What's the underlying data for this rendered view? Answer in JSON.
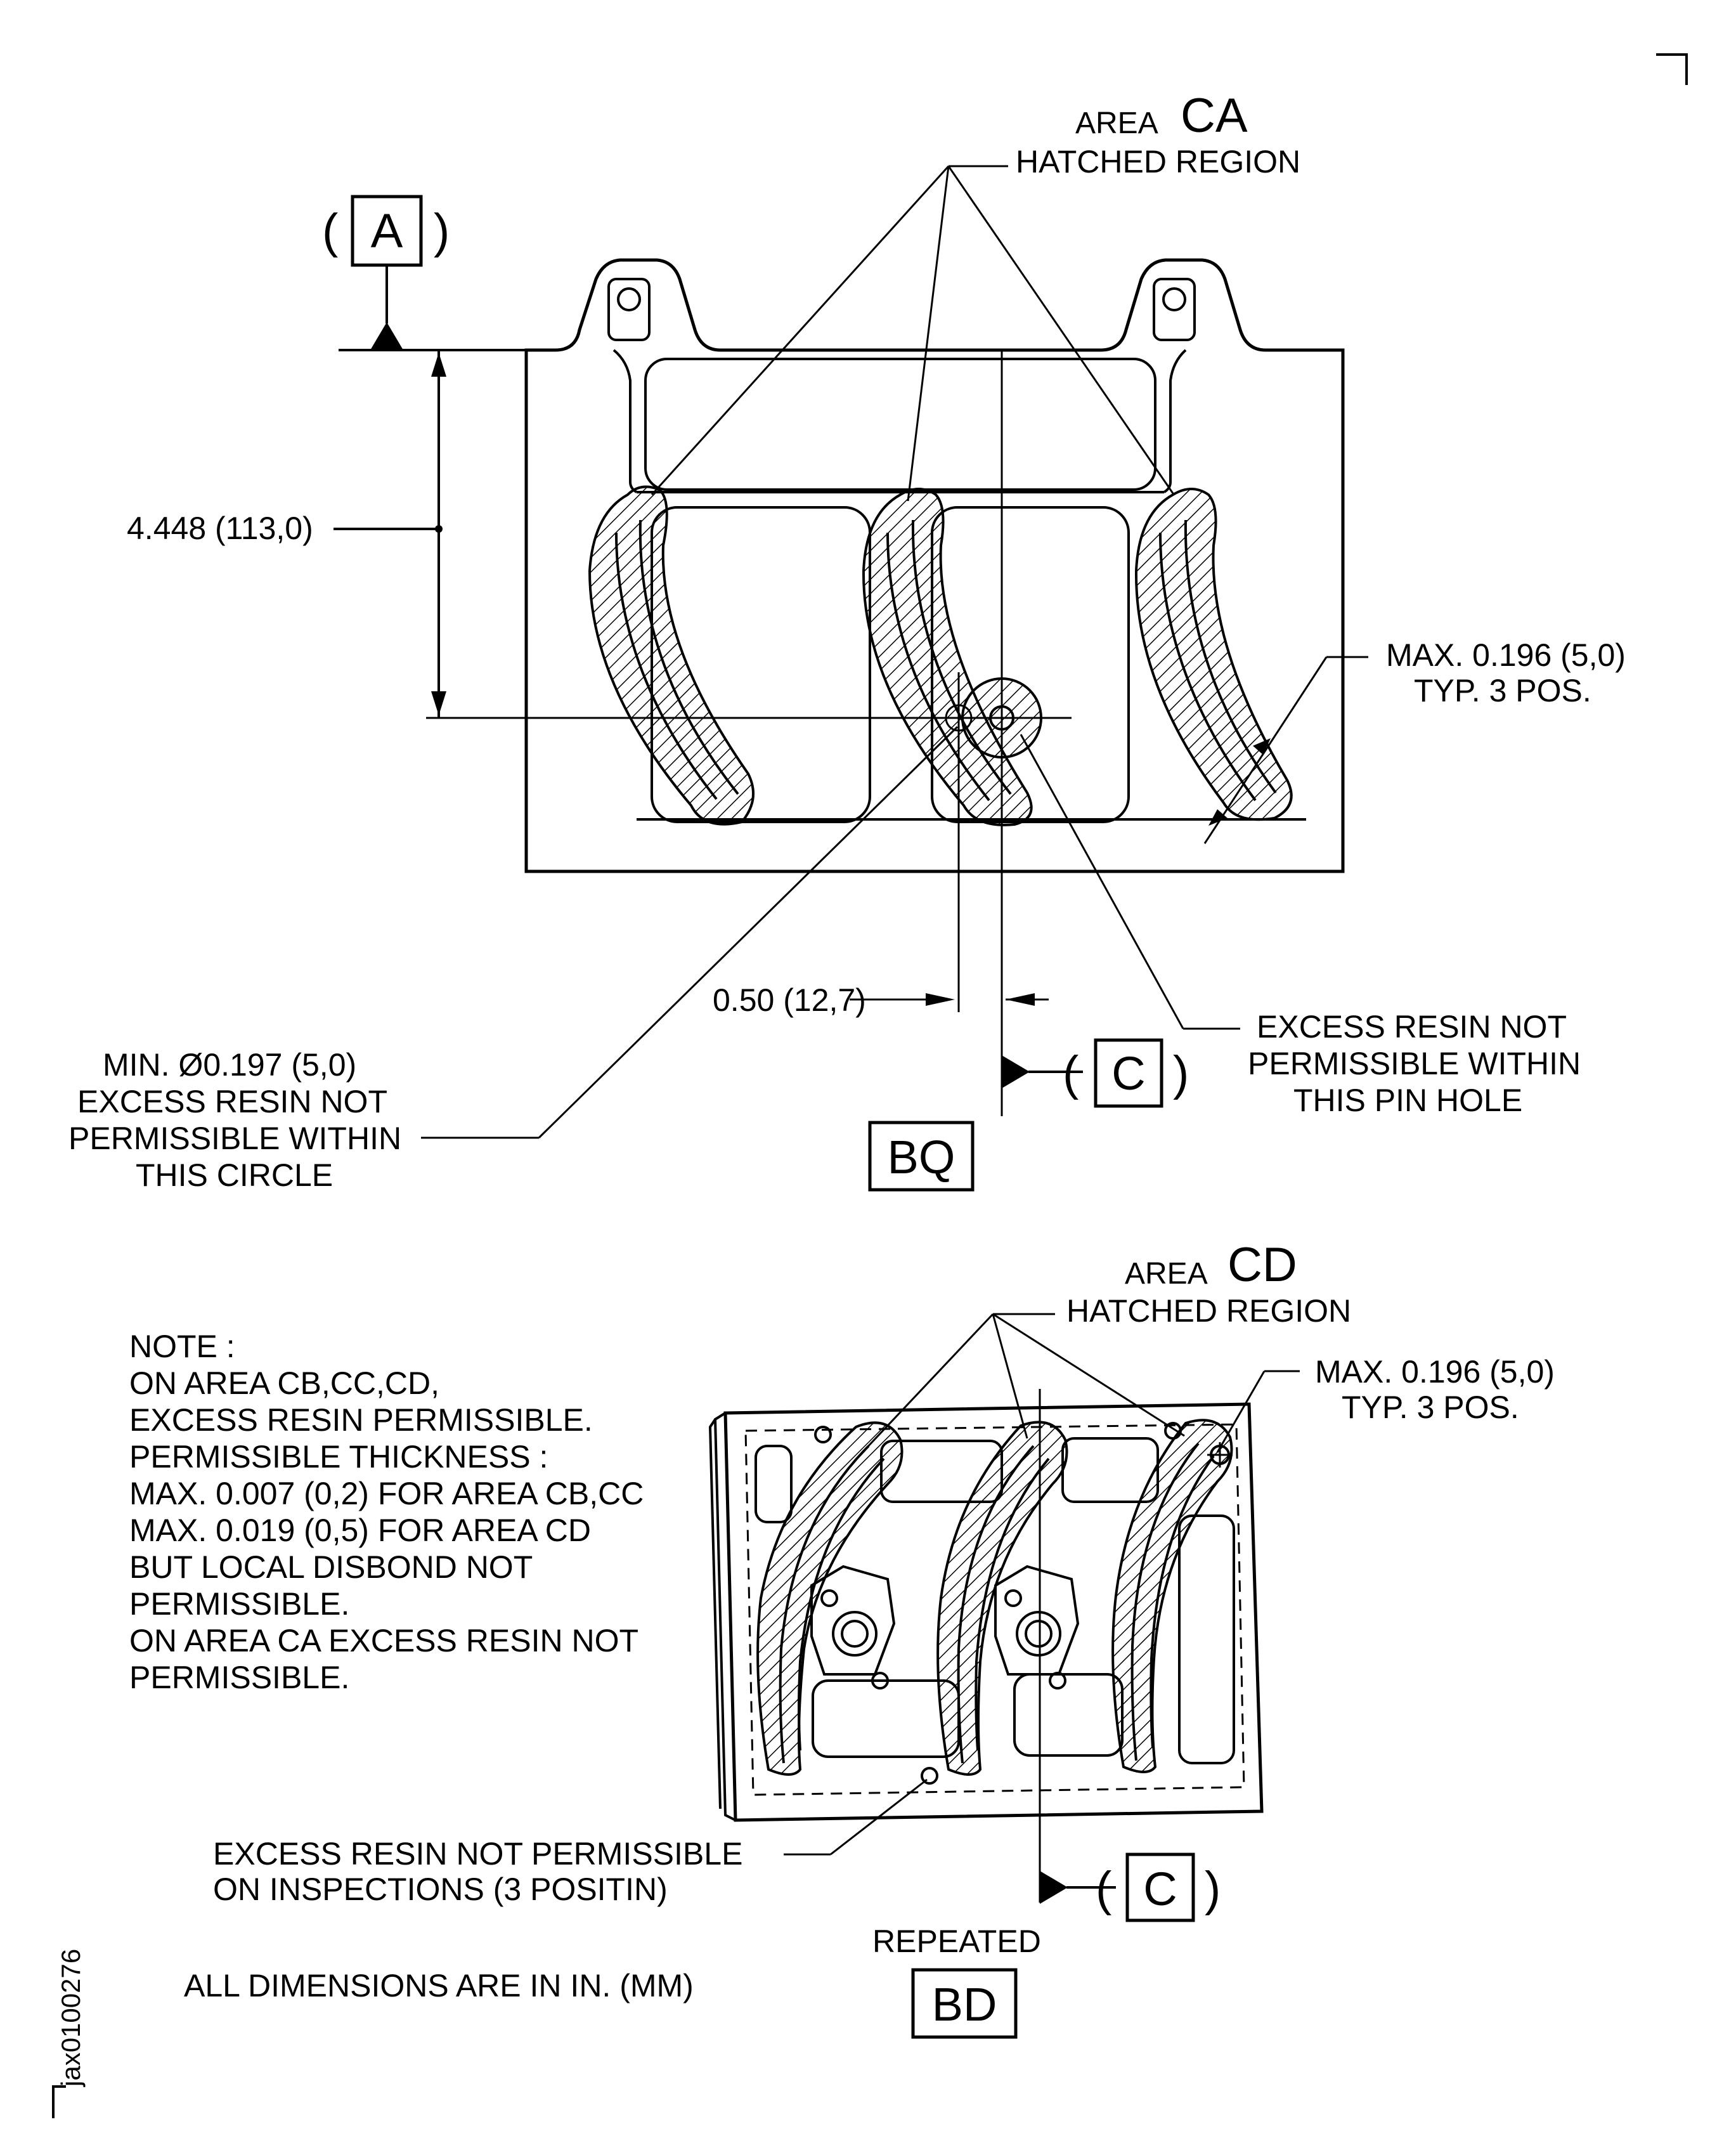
{
  "top_view": {
    "datum_a": "A",
    "area_label_small": "AREA",
    "area_code": "CA",
    "hatched_region": "HATCHED REGION",
    "dim_height": "4.448 (113,0)",
    "max_thickness": "MAX. 0.196 (5,0)",
    "typ_positions": "TYP. 3 POS.",
    "offset_dim": "0.50 (12,7)",
    "circle_note": [
      "MIN. Ø0.197 (5,0)",
      "EXCESS RESIN NOT",
      "PERMISSIBLE WITHIN",
      "THIS CIRCLE"
    ],
    "pin_note": [
      "EXCESS RESIN NOT",
      "PERMISSIBLE WITHIN",
      "THIS PIN HOLE"
    ],
    "datum_c": "C",
    "view_label": "BQ"
  },
  "bottom_view": {
    "area_label_small": "AREA",
    "area_code": "CD",
    "hatched_region": "HATCHED REGION",
    "max_thickness": "MAX. 0.196 (5,0)",
    "typ_positions": "TYP. 3 POS.",
    "inspection_note": [
      "EXCESS RESIN NOT PERMISSIBLE",
      "ON INSPECTIONS (3 POSITIN)"
    ],
    "datum_c": "C",
    "repeated_label": "REPEATED",
    "view_label": "BD"
  },
  "note": [
    "NOTE :",
    "ON AREA CB,CC,CD,",
    "EXCESS RESIN PERMISSIBLE.",
    "PERMISSIBLE THICKNESS :",
    "MAX. 0.007 (0,2) FOR AREA CB,CC",
    "MAX. 0.019 (0,5) FOR AREA CD",
    "BUT LOCAL DISBOND NOT",
    "PERMISSIBLE.",
    "ON AREA CA EXCESS RESIN NOT",
    "PERMISSIBLE."
  ],
  "units_note": "ALL DIMENSIONS ARE IN IN. (MM)",
  "figure_id": "jax0100276"
}
